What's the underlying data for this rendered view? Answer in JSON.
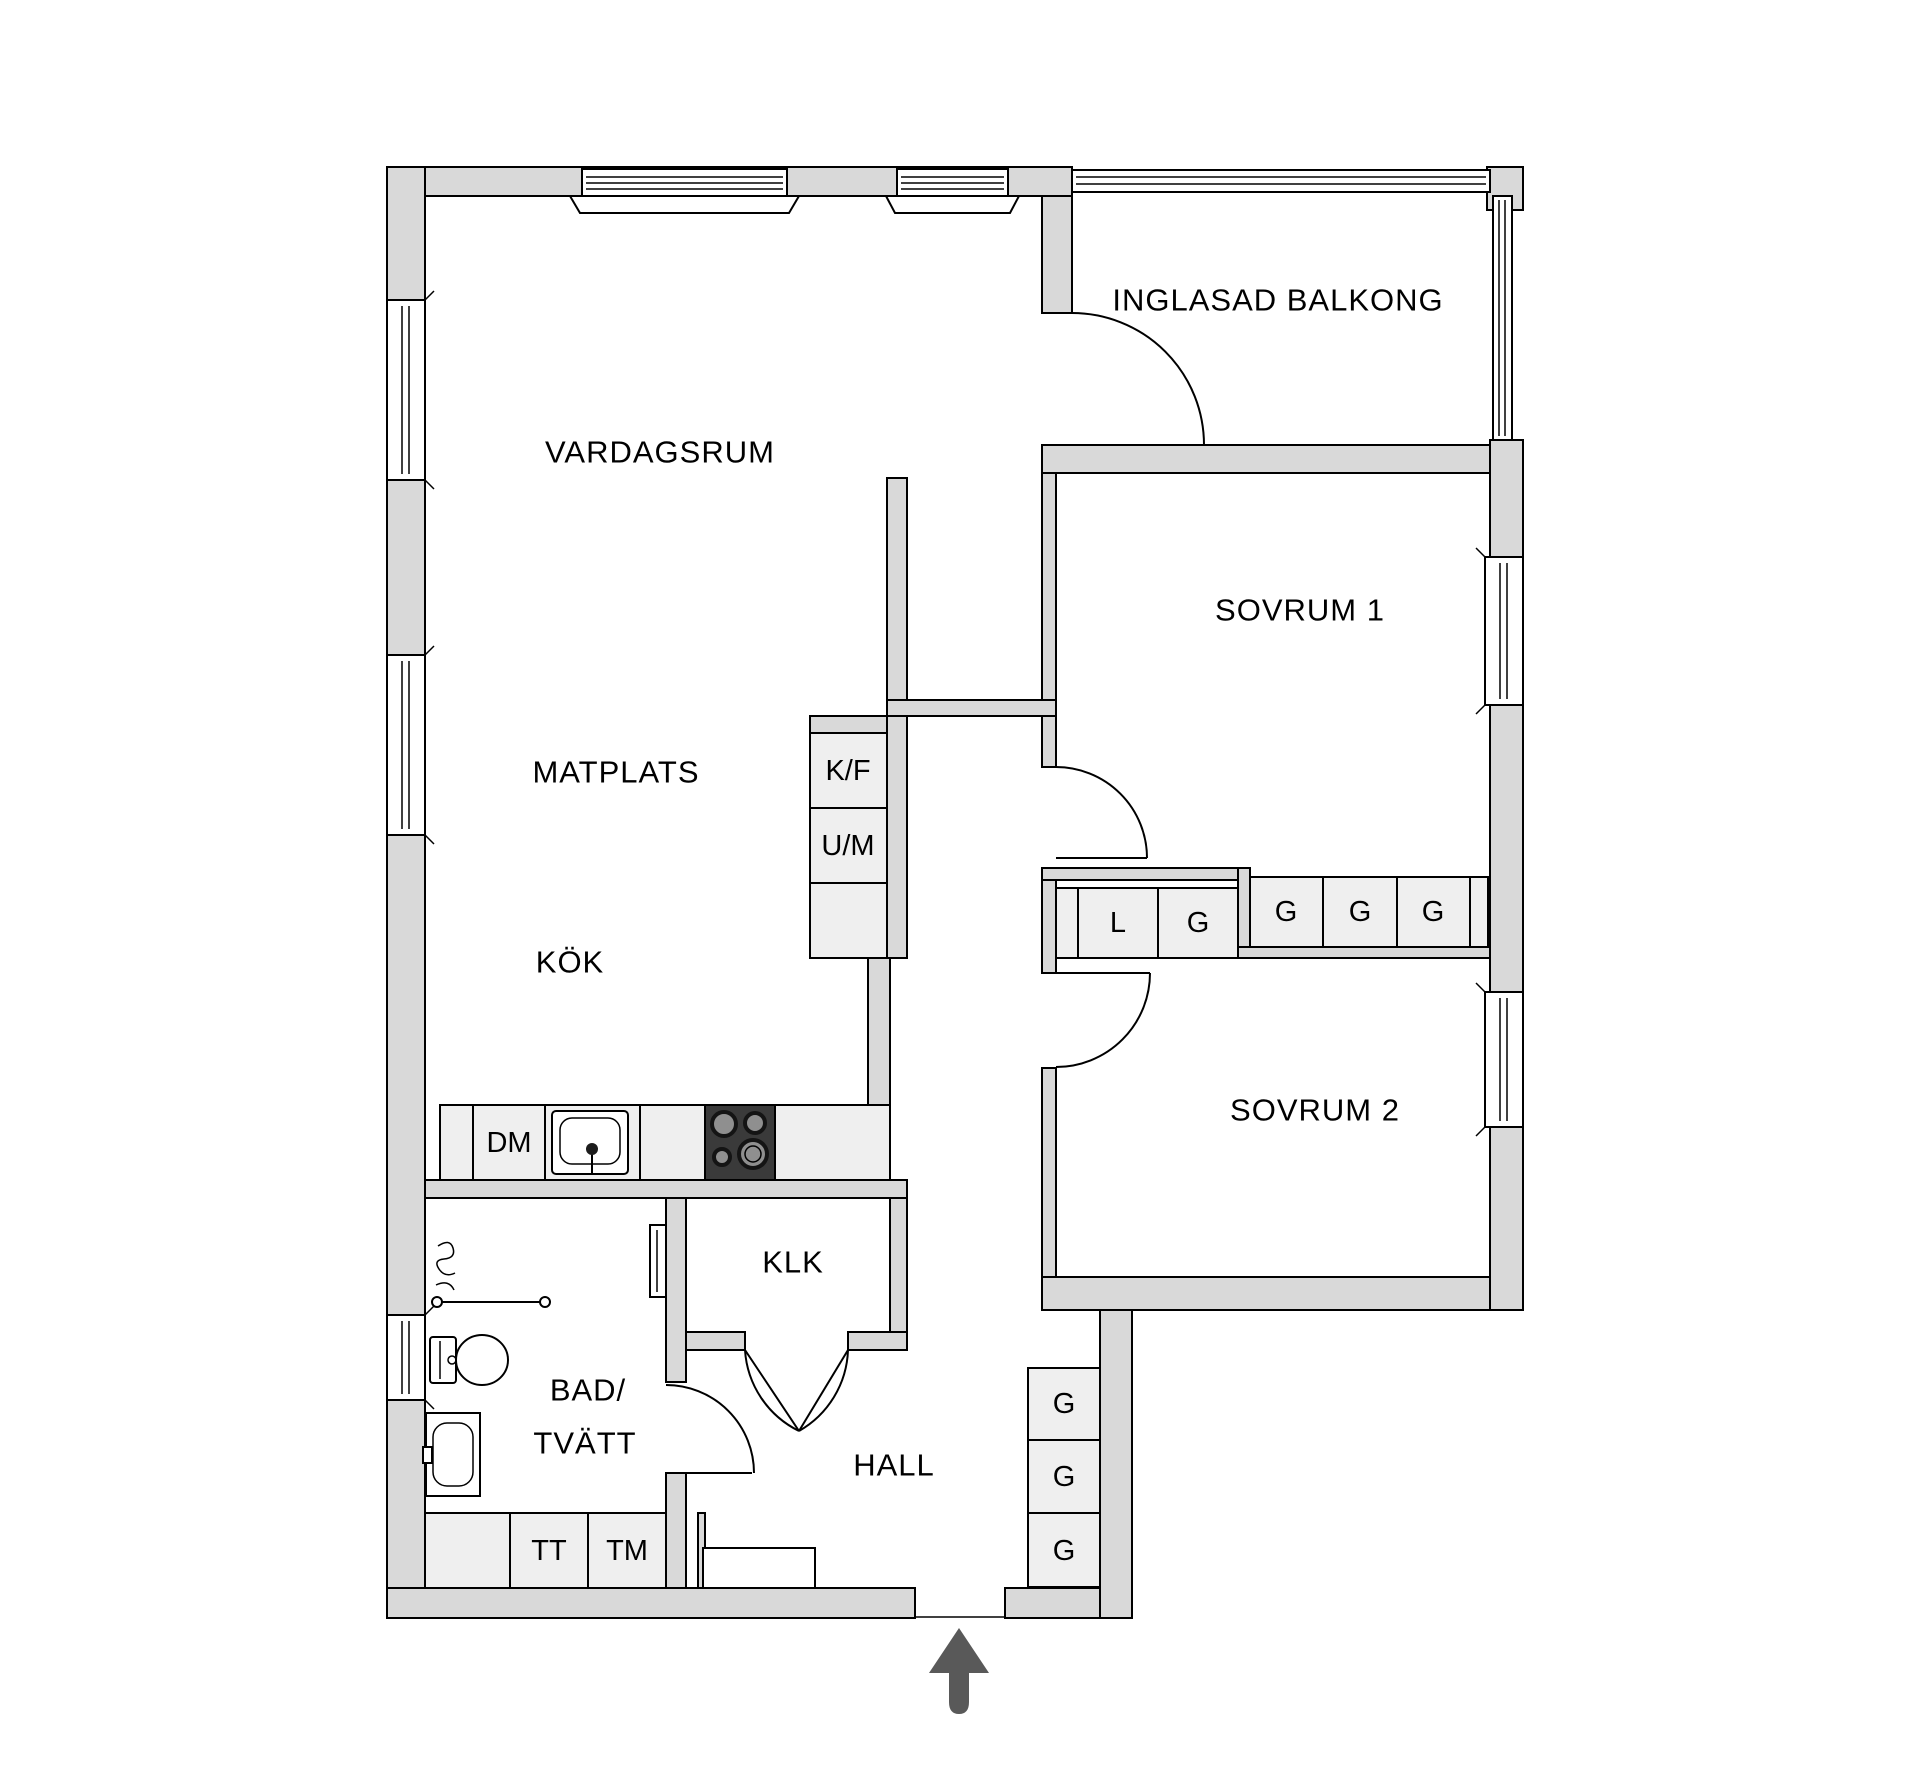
{
  "plan": {
    "type": "apartment floor plan",
    "rooms": {
      "vardagsrum": "VARDAGSRUM",
      "inglasad_balkong": "INGLASAD BALKONG",
      "sovrum1": "SOVRUM 1",
      "matplats": "MATPLATS",
      "kok": "KÖK",
      "sovrum2": "SOVRUM 2",
      "klk": "KLK",
      "bad_line1": "BAD/",
      "bad_line2": "TVÄTT",
      "hall": "HALL"
    },
    "fixtures": {
      "fridge_freezer": "K/F",
      "oven_micro": "U/M",
      "dishwasher": "DM",
      "dryer": "TT",
      "washer": "TM",
      "linen_closet": "L",
      "wardrobe": "G"
    }
  },
  "colors": {
    "background": "#ffffff",
    "wall": "#d9d9d9",
    "cabinet": "#efefef",
    "stove": "#3a3a3a",
    "burner": "#8f8f8f",
    "arrow": "#595959",
    "line": "#000000"
  }
}
